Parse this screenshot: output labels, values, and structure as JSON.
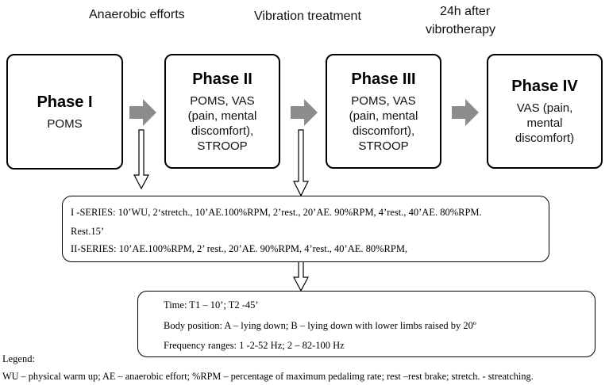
{
  "top_labels": {
    "phase1": "Anaerobic efforts",
    "phase2": "Vibration treatment",
    "phase3_line1": "24h after",
    "phase3_line2": "vibrotherapy"
  },
  "phases": [
    {
      "title": "Phase I",
      "body": "POMS"
    },
    {
      "title": "Phase II",
      "body": "POMS, VAS\n(pain, mental\ndiscomfort),\nSTROOP"
    },
    {
      "title": "Phase III",
      "body": "POMS, VAS\n(pain, mental\ndiscomfort),\nSTROOP"
    },
    {
      "title": "Phase IV",
      "body": "VAS (pain,\nmental\ndiscomfort)"
    }
  ],
  "series": {
    "line1": "I -SERIES: 10’WU, 2‘stretch., 10’AE.100%RPM, 2’rest., 20’AE. 90%RPM, 4’rest., 40’AE. 80%RPM.",
    "line2": "Rest.15’",
    "line3": "II-SERIES: 10’AE.100%RPM, 2’ rest., 20’AE. 90%RPM, 4’rest., 40’AE. 80%RPM,"
  },
  "time": {
    "line1": "Time: T1 – 10’; T2 -45’",
    "line2": "Body position: A – lying down; B – lying down with lower limbs raised by 20º",
    "line3": "Frequency ranges: 1 -2-52 Hz; 2 – 82-100 Hz"
  },
  "legend": {
    "title": "Legend:",
    "text": "WU – physical warm up; AE – anaerobic effort; %RPM – percentage of maximum pedalimg rate; rest –rest brake; stretch. - streatching."
  },
  "colors": {
    "arrow_fill": "#8c8c8c",
    "border": "#000000"
  }
}
